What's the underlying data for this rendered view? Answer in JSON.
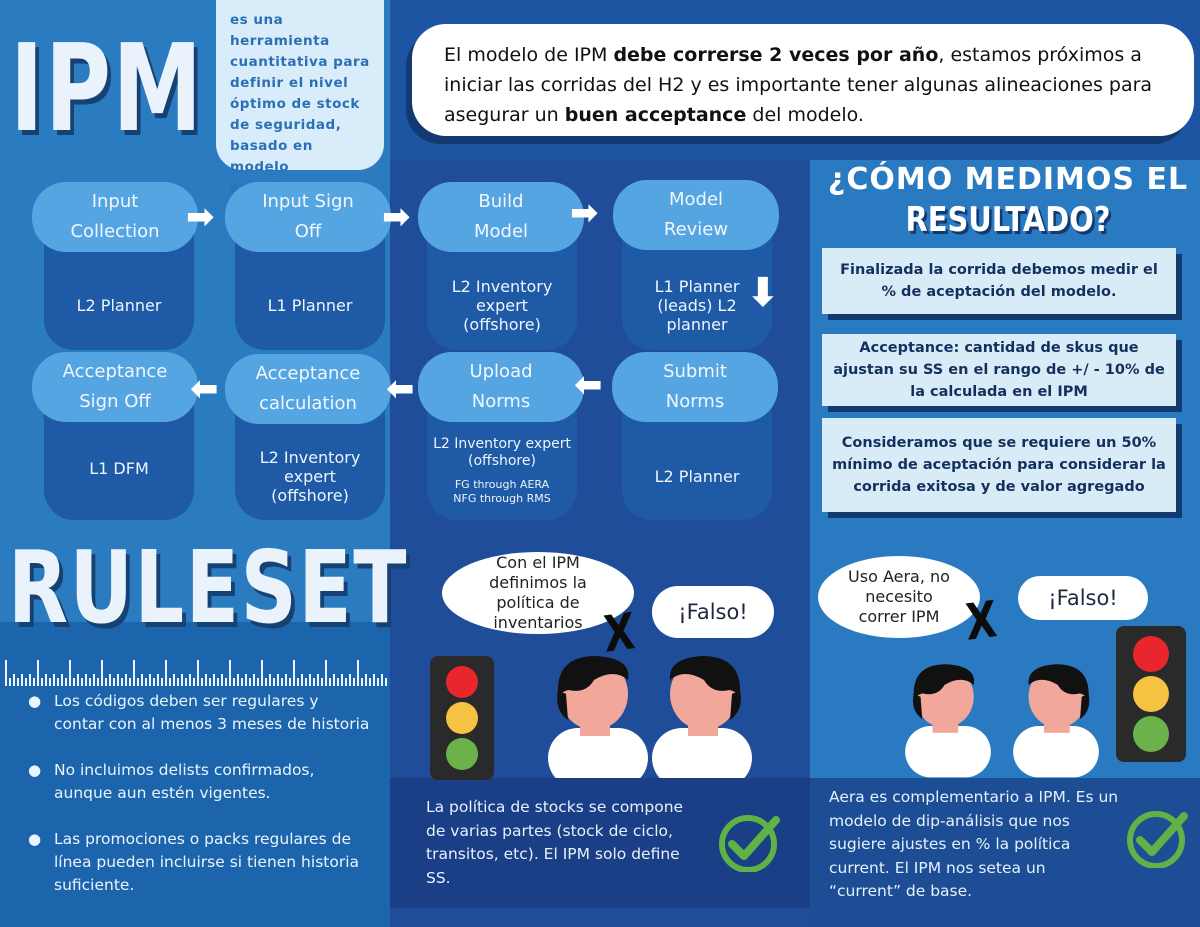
{
  "title": "IPM",
  "definition": "es una herramienta cuantitativa para definir el nivel óptimo de stock de seguridad, basado en modelo estadístico.",
  "intro": {
    "part1": "El modelo de IPM ",
    "bold1": "debe correrse 2 veces por año",
    "part2": ", estamos próximos a iniciar las corridas del H2 y es importante tener algunas alineaciones para asegurar un ",
    "bold2": "buen acceptance",
    "part3": " del modelo."
  },
  "process": {
    "steps": [
      {
        "label": "Input Collection",
        "owner": "L2 Planner"
      },
      {
        "label": "Input Sign Off",
        "owner": "L1 Planner"
      },
      {
        "label": "Build Model",
        "owner": "L2 Inventory expert (offshore)"
      },
      {
        "label": "Model Review",
        "owner": "L1 Planner (leads) L2 planner"
      },
      {
        "label": "Submit Norms",
        "owner": "L2 Planner"
      },
      {
        "label": "Upload Norms",
        "owner": "L2 Inventory expert (offshore)",
        "note1": "FG through AERA",
        "note2": "NFG through RMS"
      },
      {
        "label": "Acceptance calculation",
        "owner": "L2 Inventory expert (offshore)"
      },
      {
        "label": "Acceptance Sign Off",
        "owner": "L1 DFM"
      }
    ]
  },
  "measure": {
    "title_line1": "¿CÓMO MEDIMOS EL",
    "title_line2": "RESULTADO?",
    "boxes": [
      "Finalizada la corrida debemos medir el % de aceptación del modelo.",
      "Acceptance: cantidad de skus que ajustan su SS en el rango de +/ - 10% de la calculada en el IPM",
      "Consideramos que se requiere un 50% mínimo de aceptación para considerar la corrida exitosa y de valor agregado"
    ]
  },
  "ruleset": {
    "title": "RULESET",
    "rules": [
      "Los códigos deben ser regulares y contar con al menos 3 meses de historia",
      "No incluimos delists confirmados, aunque aun estén vigentes.",
      "Las promociones o packs regulares de línea pueden incluirse si tienen historia suficiente."
    ]
  },
  "myth1": {
    "claim": "Con el IPM definimos la política de inventarios",
    "verdict": "¡Falso!",
    "explanation": "La política de stocks se compone de varias partes (stock de ciclo, transitos, etc). El IPM solo define SS."
  },
  "myth2": {
    "claim": "Uso Aera, no necesito correr IPM",
    "verdict": "¡Falso!",
    "explanation": "Aera es complementario a IPM. Es un modelo de dip-análisis que nos sugiere ajustes en % la política current. El IPM nos setea un “current” de base."
  },
  "colors": {
    "pill": "#55a5e3",
    "card": "#1f5aa6",
    "light_red": "#e8262b",
    "light_yellow": "#f5c242",
    "light_green": "#6cb24a",
    "check_green": "#5fb246"
  }
}
